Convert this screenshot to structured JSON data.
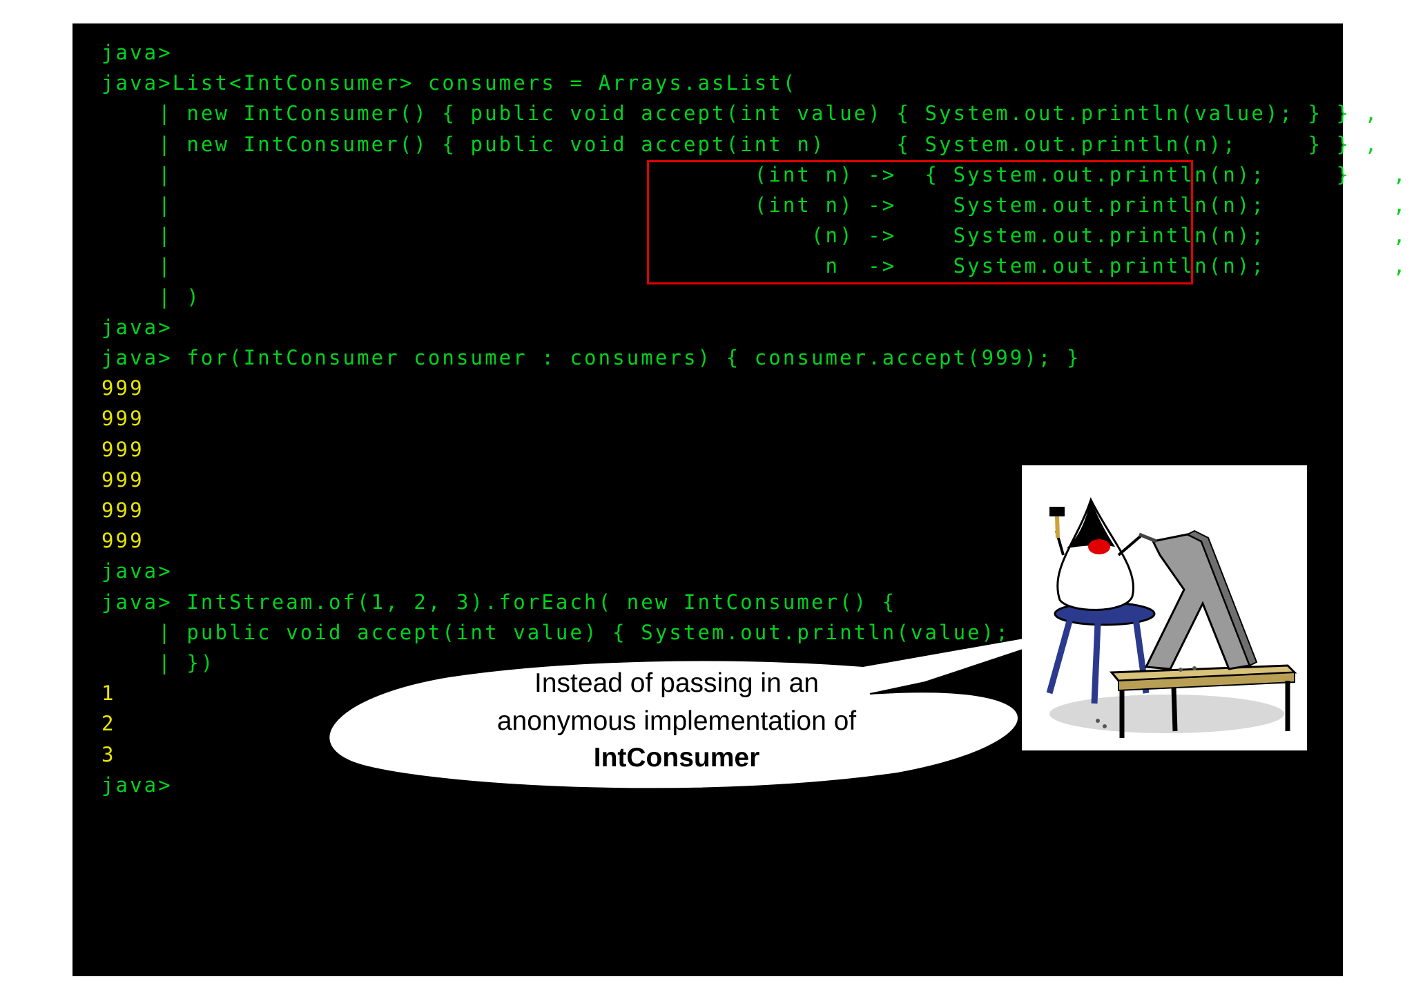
{
  "terminal": {
    "lines": [
      {
        "text": "java>",
        "color": "green"
      },
      {
        "text": "java>List<IntConsumer> consumers = Arrays.asList(",
        "color": "green"
      },
      {
        "text": "    | new IntConsumer() { public void accept(int value) { System.out.println(value); } } ,",
        "color": "green"
      },
      {
        "text": "    | new IntConsumer() { public void accept(int n)     { System.out.println(n);     } } ,",
        "color": "green"
      },
      {
        "text": "    |                                         (int n) ->  { System.out.println(n);     }   ,",
        "color": "green"
      },
      {
        "text": "    |                                         (int n) ->    System.out.println(n);         ,",
        "color": "green"
      },
      {
        "text": "    |                                             (n) ->    System.out.println(n);         ,",
        "color": "green"
      },
      {
        "text": "    |                                              n  ->    System.out.println(n);         ,",
        "color": "green"
      },
      {
        "text": "    | )",
        "color": "green"
      },
      {
        "text": "java>",
        "color": "green"
      },
      {
        "text": "java> for(IntConsumer consumer : consumers) { consumer.accept(999); }",
        "color": "green"
      },
      {
        "text": "999",
        "color": "yellow"
      },
      {
        "text": "999",
        "color": "yellow"
      },
      {
        "text": "999",
        "color": "yellow"
      },
      {
        "text": "999",
        "color": "yellow"
      },
      {
        "text": "999",
        "color": "yellow"
      },
      {
        "text": "999",
        "color": "yellow"
      },
      {
        "text": "java>",
        "color": "green"
      },
      {
        "text": "java> IntStream.of(1, 2, 3).forEach( new IntConsumer() {",
        "color": "green"
      },
      {
        "text": "    | public void accept(int value) { System.out.println(value); }",
        "color": "green"
      },
      {
        "text": "    | })",
        "color": "green"
      },
      {
        "text": "1",
        "color": "yellow"
      },
      {
        "text": "2",
        "color": "yellow"
      },
      {
        "text": "3",
        "color": "yellow"
      },
      {
        "text": "java>",
        "color": "green"
      }
    ]
  },
  "callout": {
    "line1": "Instead of passing in an",
    "line2": "anonymous implementation of",
    "line3": "IntConsumer"
  },
  "colors": {
    "background": "#000000",
    "prompt_green": "#00d21e",
    "output_yellow": "#e6e600",
    "highlight_red": "#e00000"
  },
  "illustration": {
    "icon": "duke-sculpting-lambda-icon"
  }
}
